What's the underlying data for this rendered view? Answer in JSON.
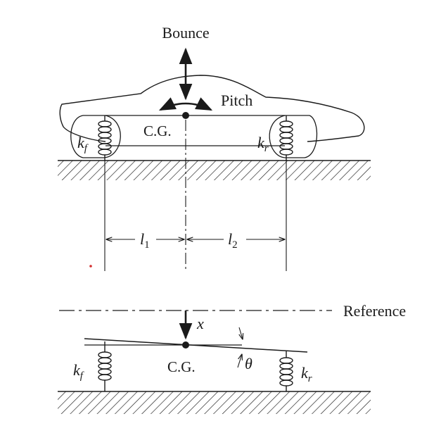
{
  "upper": {
    "bounce_label": "Bounce",
    "pitch_label": "Pitch",
    "cg_label": "C.G.",
    "front_spring": {
      "k": "k",
      "sub": "f"
    },
    "rear_spring": {
      "k": "k",
      "sub": "r"
    },
    "dim_l1": {
      "l": "l",
      "sub": "1"
    },
    "dim_l2": {
      "l": "l",
      "sub": "2"
    }
  },
  "lower": {
    "reference_label": "Reference",
    "x_label": "x",
    "cg_label": "C.G.",
    "theta_label": "θ",
    "front_spring": {
      "k": "k",
      "sub": "f"
    },
    "rear_spring": {
      "k": "k",
      "sub": "r"
    }
  },
  "colors": {
    "ink": "#1a1a1a",
    "dot": "#d32f2f",
    "background": "#ffffff"
  }
}
